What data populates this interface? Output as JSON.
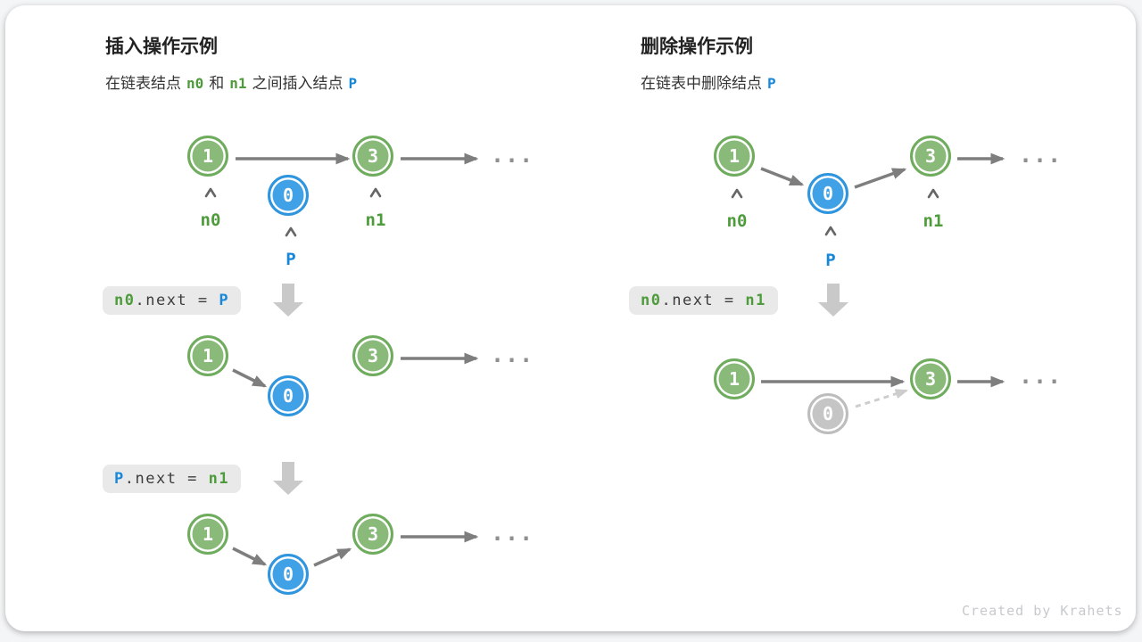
{
  "left": {
    "title": "插入操作示例",
    "subtitle": {
      "text1": "在链表结点",
      "token1": "n0",
      "text2": "和",
      "token2": "n1",
      "text3": "之间插入结点",
      "token3": "P"
    },
    "code_step1": {
      "var1": "n0",
      "op": ".next = ",
      "var2": "P"
    },
    "code_step2": {
      "var1": "P",
      "op": ".next = ",
      "var2": "n1"
    }
  },
  "right": {
    "title": "删除操作示例",
    "subtitle": {
      "text1": "在链表中删除结点",
      "token1": "P"
    },
    "code_step1": {
      "var1": "n0",
      "op": ".next = ",
      "var2": "n1"
    }
  },
  "nodes": {
    "first": "1",
    "inserted": "0",
    "last": "3"
  },
  "pointer_labels": {
    "n0": "n0",
    "n1": "n1",
    "p": "P"
  },
  "ellipsis": "...",
  "footer": "Created by Krahets",
  "colors": {
    "node_green_fill": "#8ABA7A",
    "node_green_border": "#6FAC5E",
    "node_blue_fill": "#41A1E6",
    "node_blue_border": "#2F95DE",
    "node_gray_fill": "#C5C5C5",
    "text_green": "#4E9B3B",
    "text_blue": "#1787D9",
    "arrow_gray": "#7E7E7E",
    "dashed_gray": "#CDCDCD",
    "code_bg": "#E9E9E9",
    "block_arrow": "#C9C9C9"
  }
}
